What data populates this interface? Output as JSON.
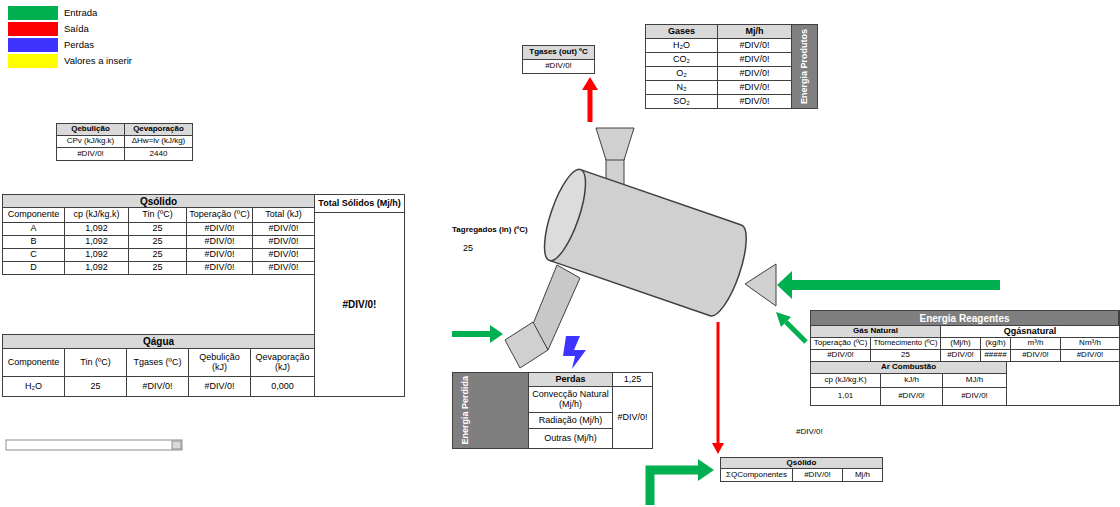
{
  "diagram": {
    "nodes": [
      {
        "text": [
          "Qebulição",
          "Qevaporação",
          "CPv (kJ/kg.k)",
          "ΔHw=lv (kJ/kg)",
          "#DIV/0!",
          "2440"
        ]
      },
      {
        "text": [
          "Qsólido",
          "Componente",
          "cp (kJ/kg.k)",
          "Tin (ºC)",
          "Toperação (ºC)",
          "Total (kJ)",
          "A",
          "1,092",
          "25",
          "#DIV/0!",
          "#DIV/0!",
          "B",
          "1,092",
          "25",
          "#DIV/0!",
          "#DIV/0!",
          "C",
          "1,092",
          "25",
          "#DIV/0!",
          "#DIV/0!",
          "D",
          "1,092",
          "25",
          "#DIV/0!",
          "#DIV/0!"
        ]
      },
      {
        "text": [
          "Total Sólidos (Mj/h)",
          "#DIV/0!"
        ]
      },
      {
        "text": [
          "Qágua",
          "Componente",
          "Tin (ºC)",
          "Tgases (ºC)",
          "Qebulição (kJ)",
          "Qevaporação (kJ)",
          "H₂O",
          "25",
          "#DIV/0!",
          "#DIV/0!",
          "0,000"
        ]
      },
      {
        "text": [
          "Tgases (out) ºC",
          "#DIV/0!"
        ]
      },
      {
        "text": [
          "Gases",
          "Mj/h",
          "H₂O",
          "#DIV/0!",
          "CO₂",
          "#DIV/0!",
          "O₂",
          "#DIV/0!",
          "N₂",
          "#DIV/0!",
          "SO₂",
          "#DIV/0!",
          "Energia Produtos"
        ]
      },
      {
        "text": [
          "Energia Perdida",
          "Perdas",
          "1,25",
          "Convecção Natural (Mj/h)",
          "#DIV/0!",
          "Radiação (Mj/h)",
          "Outras (Mj/h)"
        ]
      },
      {
        "text": [
          "Energia Reagentes"
        ]
      },
      {
        "text": [
          "Gás Natural",
          "Qgásnatural",
          "Toperação (ºC)",
          "Tfornecimento (ºC)",
          "(Mj/h)",
          "(kg/h)",
          "m³/h",
          "Nm³/h",
          "#DIV/0!",
          "25",
          "#DIV/0!",
          "#####",
          "#DIV/0!",
          "#DIV/0!"
        ],
        "in": 7
      },
      {
        "text": [
          "Ar Combustão",
          "cp (kJ/kg.K)",
          "kJ/h",
          "MJ/h",
          "1,01",
          "#DIV/0!",
          "#DIV/0!"
        ],
        "in": 7
      },
      {
        "text": [
          "Qsólido",
          "ΣQComponentes",
          "#DIV/0!",
          "Mj/h"
        ]
      }
    ],
    "labels": [
      "Tagregados (in) (ºC)",
      "25",
      "#DIV/0!"
    ],
    "legend": [
      {
        "text": "Entrada",
        "color": "#00b050"
      },
      {
        "text": "Saída",
        "color": "#ff0000"
      },
      {
        "text": "Perdas",
        "color": "#3d35ff"
      },
      {
        "text": "Valores a inserir",
        "color": "#ffff00"
      }
    ]
  }
}
